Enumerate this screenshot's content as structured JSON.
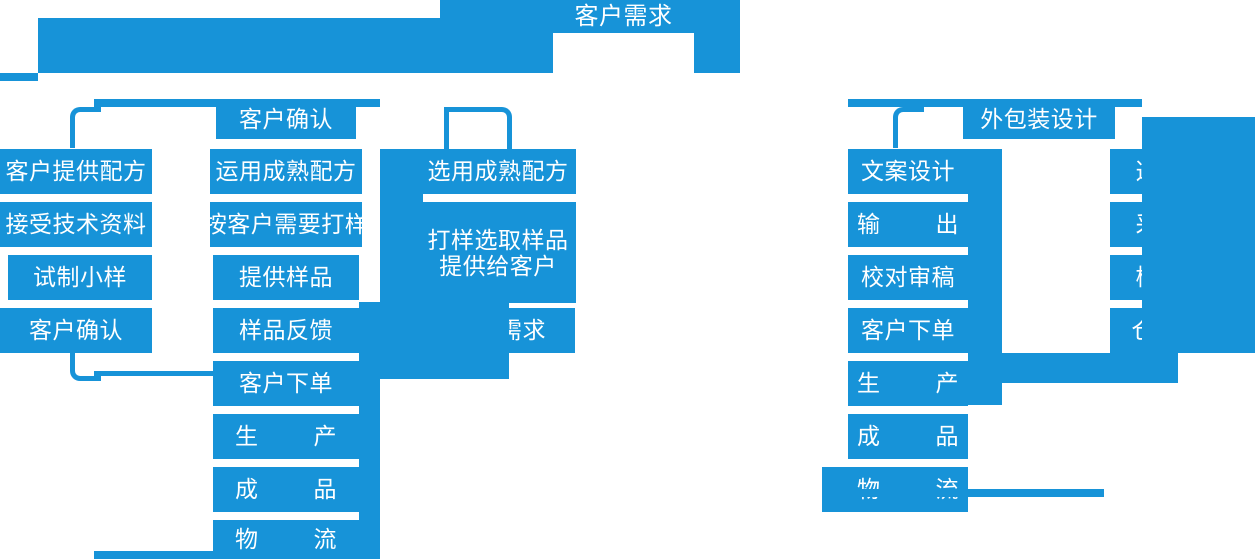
{
  "diagram": {
    "title": "客户需求",
    "accent_color": "#1793d8",
    "text_color": "#ffffff",
    "background_color": "#ffffff",
    "root": {
      "label": "客户需求"
    },
    "branches": [
      {
        "name": "customer-formula-branch",
        "header": "客户确认",
        "columns": [
          {
            "name": "customer-provided-formula",
            "nodes": [
              "客户提供配方",
              "接受技术资料",
              "试制小样",
              "客户确认"
            ]
          },
          {
            "name": "mature-formula",
            "nodes": [
              "运用成熟配方",
              "按客户需要打样",
              "提供样品",
              "样品反馈",
              "客户下单",
              "生        产",
              "成        品",
              "物        流"
            ]
          }
        ]
      },
      {
        "name": "select-mature-formula-branch",
        "columns": [
          {
            "name": "select-mature-formula",
            "nodes": [
              "选用成熟配方",
              "打样选取样品\n提供给客户",
              "客户需求"
            ]
          }
        ]
      },
      {
        "name": "packaging-design-branch",
        "header": "外包装设计",
        "columns": [
          {
            "name": "copy-design",
            "nodes": [
              "文案设计",
              "输        出",
              "校对审稿",
              "客户下单",
              "生        产",
              "成        品",
              "物        流"
            ]
          },
          {
            "name": "packaging-material",
            "nodes": [
              "选择包材",
              "采购包材",
              "检验包材",
              "仓        储"
            ]
          }
        ]
      }
    ]
  }
}
